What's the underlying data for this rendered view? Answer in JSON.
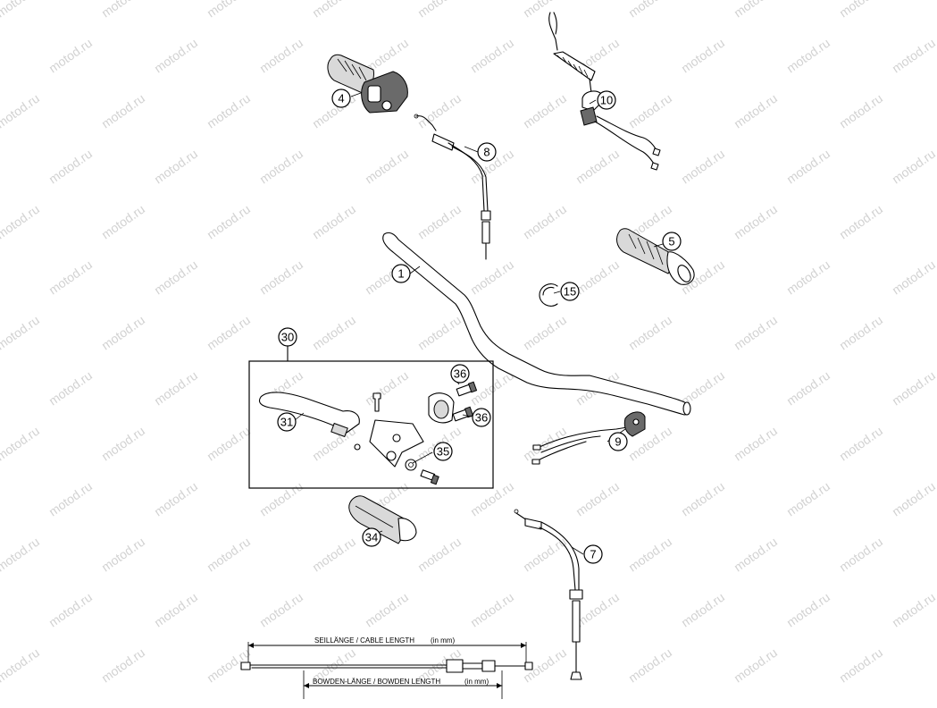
{
  "watermark": "motod.ru",
  "callouts": {
    "c1": "1",
    "c4": "4",
    "c5": "5",
    "c7": "7",
    "c8": "8",
    "c9": "9",
    "c10": "10",
    "c15": "15",
    "c30": "30",
    "c31": "31",
    "c34": "34",
    "c35": "35",
    "c36a": "36",
    "c36b": "36"
  },
  "dimension": {
    "cable_length_label": "SEILLÄNGE / CABLE LENGTH",
    "cable_length_unit": "(in mm)",
    "bowden_length_label": "BOWDEN-LÄNGE / BOWDEN LENGTH",
    "bowden_length_unit": "(in mm)"
  }
}
